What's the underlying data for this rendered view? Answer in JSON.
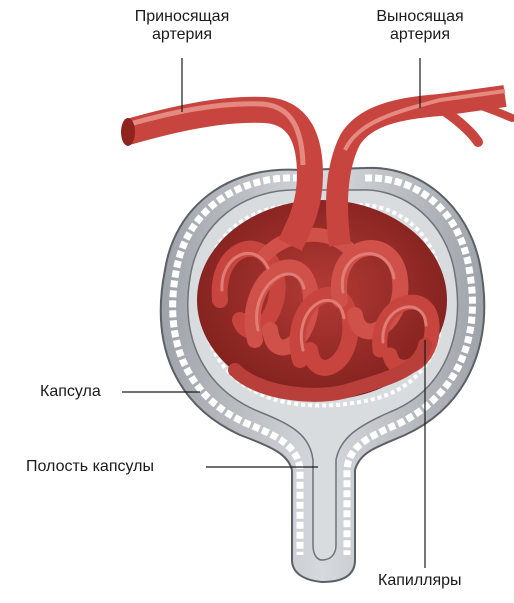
{
  "labels": {
    "afferent_line1": "Приносящая",
    "afferent_line2": "артерия",
    "efferent_line1": "Выносящая",
    "efferent_line2": "артерия",
    "capsule": "Капсула",
    "capsule_cavity": "Полость капсулы",
    "capillaries": "Капилляры"
  },
  "colors": {
    "vessel": "#c8453f",
    "vessel_dark": "#8e2320",
    "vessel_light": "#e58a80",
    "capsule_wall": "#bfc3c8",
    "capsule_wall_dark": "#8c9197",
    "cell_outline": "#6f747a",
    "leader_line": "#1a1a1a"
  }
}
